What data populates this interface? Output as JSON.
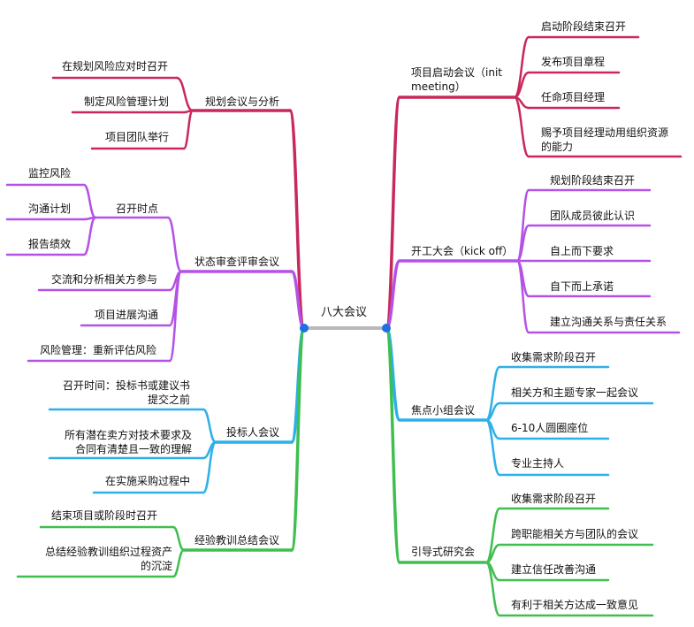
{
  "root": "八大会议",
  "colors": {
    "crimson": "#c9285a",
    "violet": "#b452e6",
    "blue": "#2db0e8",
    "green": "#3fbf50",
    "root_line": "#b9b9b9",
    "dot": "#1f6fe0"
  },
  "left": {
    "planning": {
      "title": "规划会议与分析",
      "children": [
        "在规划风险应对时召开",
        "制定风险管理计划",
        "项目团队举行"
      ]
    },
    "status": {
      "title": "状态审查评审会议",
      "timing": {
        "title": "召开时点",
        "children": [
          "监控风险",
          "沟通计划",
          "报告绩效"
        ]
      },
      "children": [
        "交流和分析相关方参与",
        "项目进展沟通",
        "风险管理：重新评估风险"
      ]
    },
    "bidder": {
      "title": "投标人会议",
      "children": [
        [
          "召开时间：投标书或建议书",
          "提交之前"
        ],
        [
          "所有潜在卖方对技术要求及",
          "合同有清楚且一致的理解"
        ],
        [
          "在实施采购过程中"
        ]
      ]
    },
    "lessons": {
      "title": "经验教训总结会议",
      "children": [
        [
          "结束项目或阶段时召开"
        ],
        [
          "总结经验教训组织过程资产",
          "的沉淀"
        ]
      ]
    }
  },
  "right": {
    "kickoff_init": {
      "title": [
        "项目启动会议（init",
        "meeting）"
      ],
      "children": [
        [
          "启动阶段结束召开"
        ],
        [
          "发布项目章程"
        ],
        [
          "任命项目经理"
        ],
        [
          "赐予项目经理动用组织资源",
          "的能力"
        ]
      ]
    },
    "kickoff": {
      "title": "开工大会（kick off）",
      "children": [
        "规划阶段结束召开",
        "团队成员彼此认识",
        "自上而下要求",
        "自下而上承诺",
        "建立沟通关系与责任关系"
      ]
    },
    "focus": {
      "title": "焦点小组会议",
      "children": [
        "收集需求阶段召开",
        "相关方和主题专家一起会议",
        "6-10人圆圈座位",
        "专业主持人"
      ]
    },
    "jad": {
      "title": "引导式研究会",
      "children": [
        "收集需求阶段召开",
        "跨职能相关方与团队的会议",
        "建立信任改善沟通",
        "有利于相关方达成一致意见"
      ]
    }
  }
}
